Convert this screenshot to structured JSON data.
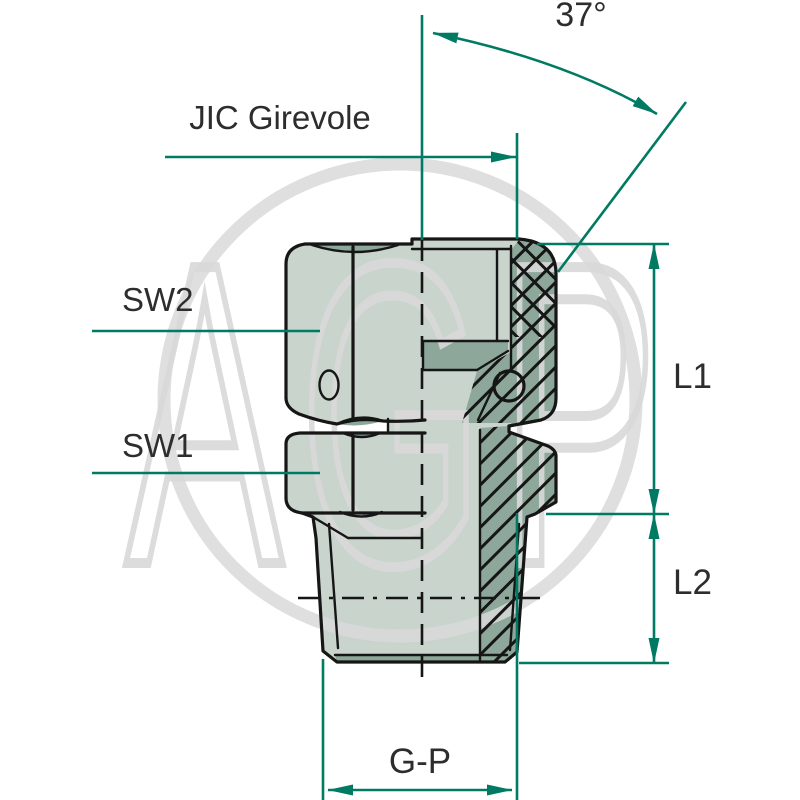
{
  "labels": {
    "angle": "37°",
    "swivel": "JIC Girevole",
    "sw2": "SW2",
    "sw1": "SW1",
    "l1": "L1",
    "l2": "L2",
    "gp": "G-P",
    "watermark": "AGP"
  },
  "colors": {
    "teal": "#007a63",
    "line": "#161616",
    "body-light": "#c9d4cd",
    "body-dark": "#8da89a",
    "watermark": "#d9d9d9",
    "text": "#2d2d2d",
    "bg": "#ffffff"
  }
}
